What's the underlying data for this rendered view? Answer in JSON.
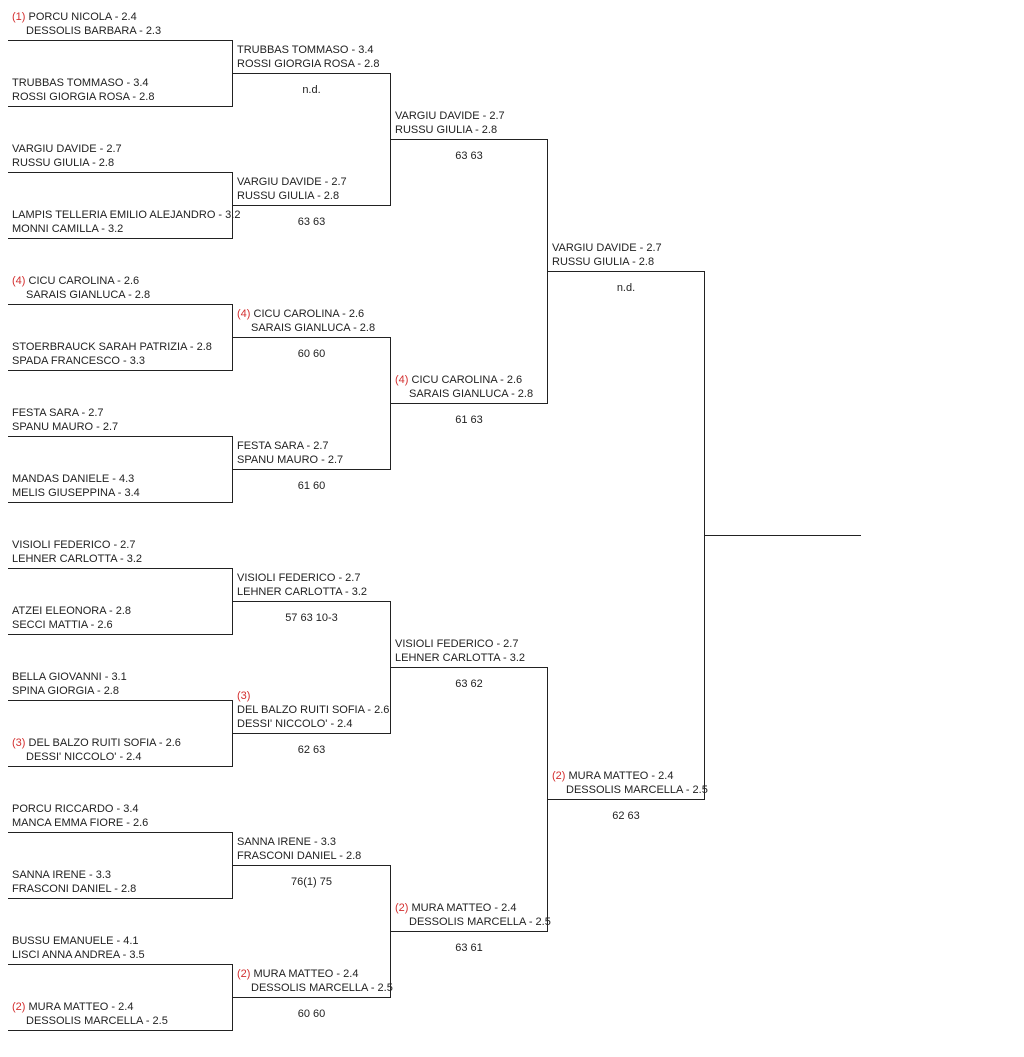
{
  "rounds": [
    {
      "name": "round-1",
      "entries": [
        {
          "seed": "(1)",
          "p1": "PORCU NICOLA - 2.4",
          "p2": "DESSOLIS BARBARA - 2.3",
          "score": ""
        },
        {
          "seed": "",
          "p1": "TRUBBAS TOMMASO - 3.4",
          "p2": "ROSSI GIORGIA ROSA - 2.8",
          "score": ""
        },
        {
          "seed": "",
          "p1": "VARGIU DAVIDE - 2.7",
          "p2": "RUSSU GIULIA - 2.8",
          "score": ""
        },
        {
          "seed": "",
          "p1": "LAMPIS TELLERIA EMILIO ALEJANDRO - 3.2",
          "p2": "MONNI CAMILLA - 3.2",
          "score": ""
        },
        {
          "seed": "(4)",
          "p1": "CICU CAROLINA - 2.6",
          "p2": "SARAIS GIANLUCA - 2.8",
          "score": ""
        },
        {
          "seed": "",
          "p1": "STOERBRAUCK SARAH PATRIZIA - 2.8",
          "p2": "SPADA FRANCESCO - 3.3",
          "score": ""
        },
        {
          "seed": "",
          "p1": "FESTA SARA - 2.7",
          "p2": "SPANU MAURO - 2.7",
          "score": ""
        },
        {
          "seed": "",
          "p1": "MANDAS DANIELE - 4.3",
          "p2": "MELIS GIUSEPPINA - 3.4",
          "score": ""
        },
        {
          "seed": "",
          "p1": "VISIOLI FEDERICO - 2.7",
          "p2": "LEHNER CARLOTTA - 3.2",
          "score": ""
        },
        {
          "seed": "",
          "p1": "ATZEI ELEONORA - 2.8",
          "p2": "SECCI MATTIA - 2.6",
          "score": ""
        },
        {
          "seed": "",
          "p1": "BELLA GIOVANNI - 3.1",
          "p2": "SPINA GIORGIA - 2.8",
          "score": ""
        },
        {
          "seed": "(3)",
          "p1": "DEL BALZO RUITI SOFIA - 2.6",
          "p2": "DESSI' NICCOLO' - 2.4",
          "score": ""
        },
        {
          "seed": "",
          "p1": "PORCU RICCARDO - 3.4",
          "p2": "MANCA EMMA FIORE - 2.6",
          "score": ""
        },
        {
          "seed": "",
          "p1": "SANNA IRENE - 3.3",
          "p2": "FRASCONI DANIEL - 2.8",
          "score": ""
        },
        {
          "seed": "",
          "p1": "BUSSU EMANUELE - 4.1",
          "p2": "LISCI ANNA ANDREA - 3.5",
          "score": ""
        },
        {
          "seed": "(2)",
          "p1": "MURA MATTEO - 2.4",
          "p2": "DESSOLIS MARCELLA - 2.5",
          "score": ""
        }
      ]
    },
    {
      "name": "round-2",
      "entries": [
        {
          "seed": "",
          "p1": "TRUBBAS TOMMASO - 3.4",
          "p2": "ROSSI GIORGIA ROSA - 2.8",
          "score": "n.d."
        },
        {
          "seed": "",
          "p1": "VARGIU DAVIDE - 2.7",
          "p2": "RUSSU GIULIA - 2.8",
          "score": "63 63"
        },
        {
          "seed": "(4)",
          "p1": "CICU CAROLINA - 2.6",
          "p2": "SARAIS GIANLUCA - 2.8",
          "score": "60 60"
        },
        {
          "seed": "",
          "p1": "FESTA SARA - 2.7",
          "p2": "SPANU MAURO - 2.7",
          "score": "61 60"
        },
        {
          "seed": "",
          "p1": "VISIOLI FEDERICO - 2.7",
          "p2": "LEHNER CARLOTTA - 3.2",
          "score": "57 63 10-3"
        },
        {
          "seed": "(3)",
          "p1": "DEL BALZO RUITI SOFIA - 2.6",
          "p2": "DESSI' NICCOLO' - 2.4",
          "score": "62 63",
          "seedAbove": true
        },
        {
          "seed": "",
          "p1": "SANNA IRENE - 3.3",
          "p2": "FRASCONI DANIEL - 2.8",
          "score": "76(1) 75"
        },
        {
          "seed": "(2)",
          "p1": "MURA MATTEO - 2.4",
          "p2": "DESSOLIS MARCELLA - 2.5",
          "score": "60 60"
        }
      ]
    },
    {
      "name": "quarterfinals",
      "entries": [
        {
          "seed": "",
          "p1": "VARGIU DAVIDE - 2.7",
          "p2": "RUSSU GIULIA - 2.8",
          "score": "63 63"
        },
        {
          "seed": "(4)",
          "p1": "CICU CAROLINA - 2.6",
          "p2": "SARAIS GIANLUCA - 2.8",
          "score": "61 63"
        },
        {
          "seed": "",
          "p1": "VISIOLI FEDERICO - 2.7",
          "p2": "LEHNER CARLOTTA - 3.2",
          "score": "63 62"
        },
        {
          "seed": "(2)",
          "p1": "MURA MATTEO - 2.4",
          "p2": "DESSOLIS MARCELLA - 2.5",
          "score": "63 61"
        }
      ]
    },
    {
      "name": "semifinals",
      "entries": [
        {
          "seed": "",
          "p1": "VARGIU DAVIDE - 2.7",
          "p2": "RUSSU GIULIA - 2.8",
          "score": "n.d."
        },
        {
          "seed": "(2)",
          "p1": "MURA MATTEO - 2.4",
          "p2": "DESSOLIS MARCELLA - 2.5",
          "score": "62 63"
        }
      ]
    }
  ],
  "final": {
    "seed": "",
    "p1": "",
    "p2": "",
    "score": ""
  }
}
